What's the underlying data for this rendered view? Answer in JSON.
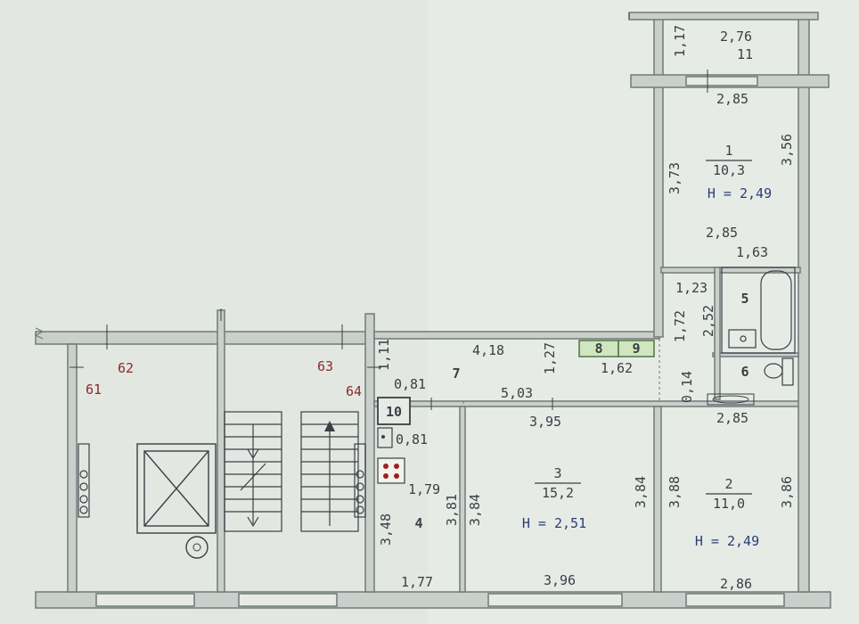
{
  "colors": {
    "paper": "#e7ebe6",
    "wall": "#6f7a78",
    "wall_fill": "#c9d0cc",
    "text": "#3a3f45",
    "blue": "#2a3d78",
    "red": "#8a2a2a",
    "accent_fill": "#cfe6c0",
    "accent_stroke": "#4a6a3a"
  },
  "rooms": {
    "r1": {
      "number": "1",
      "area": "10,3",
      "height": "Н = 2,49"
    },
    "r2": {
      "number": "2",
      "area": "11,0",
      "height": "Н = 2,49"
    },
    "r3": {
      "number": "3",
      "area": "15,2",
      "height": "Н = 2,51"
    },
    "r4": {
      "number": "4"
    },
    "r5": {
      "number": "5"
    },
    "r6": {
      "number": "6"
    },
    "r7": {
      "number": "7"
    },
    "r8": {
      "number": "8"
    },
    "r9": {
      "number": "9"
    },
    "r10": {
      "number": "10"
    },
    "r11": {
      "number": "11"
    }
  },
  "stair_labels": {
    "s61": "61",
    "s62": "62",
    "s63": "63",
    "s64": "64"
  },
  "dims": {
    "d_2_76": "2,76",
    "d_1_17": "1,17",
    "d_2_85_top": "2,85",
    "d_3_73": "3,73",
    "d_3_56": "3,56",
    "d_2_85_mid": "2,85",
    "d_1_63": "1,63",
    "d_1_23": "1,23",
    "d_2_52": "2,52",
    "d_1_72": "1,72",
    "d_4_18": "4,18",
    "d_1_27": "1,27",
    "d_1_62": "1,62",
    "d_0_14": "0,14",
    "d_0_81_a": "0,81",
    "d_5_03": "5,03",
    "d_1_11": "1,11",
    "d_3_95": "3,95",
    "d_2_85_low": "2,85",
    "d_0_81_b": "0,81",
    "d_1_79": "1,79",
    "d_3_48": "3,48",
    "d_3_81": "3,81",
    "d_3_84_a": "3,84",
    "d_3_84_b": "3,84",
    "d_3_88": "3,88",
    "d_3_86": "3,86",
    "d_1_77": "1,77",
    "d_3_96": "3,96",
    "d_2_86": "2,86"
  }
}
